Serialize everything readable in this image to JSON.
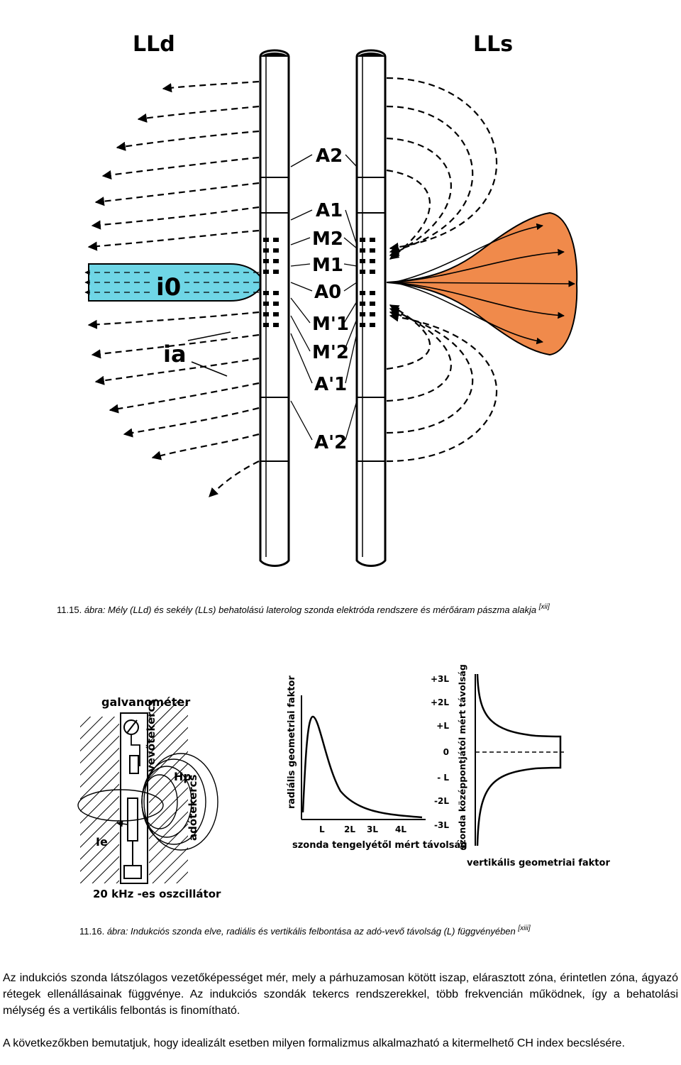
{
  "figure1": {
    "label_lld": "LLd",
    "label_lls": "LLs",
    "electrodes": [
      "A2",
      "A1",
      "M2",
      "M1",
      "A0",
      "M'1",
      "M'2",
      "A'1",
      "A'2"
    ],
    "label_i0": "i0",
    "label_ia": "ia",
    "colors": {
      "cyan_beam": "#6fd6e6",
      "orange_fan": "#f08a4b"
    }
  },
  "caption1": {
    "number": "11.15.",
    "text": "ábra: Mély (LLd) és sekély (LLs) behatolású laterolog szonda elektróda rendszere és mérőáram pászma alakja",
    "ref": "[xii]"
  },
  "figure2": {
    "label_galvanometer": "galvanométer",
    "label_receiver_coil": "vevőtekercs",
    "label_transmitter_coil": "adótekercs",
    "label_hp": "Hp",
    "label_ie": "Ie",
    "label_oscillator": "20 kHz -es oszcillátor",
    "radial_ylabel": "radiális geometriai faktor",
    "radial_xlabel": "szonda tengelyétől mért távolság",
    "radial_ticks": [
      "L",
      "2L",
      "3L",
      "4L"
    ],
    "vertical_xlabel": "vertikális geometriai faktor",
    "vertical_ylabel": "szonda középpontjától mért távolság",
    "vertical_ticks": [
      "+3L",
      "+2L",
      "+L",
      "0",
      "- L",
      "-2L",
      "-3L"
    ]
  },
  "caption2": {
    "number": "11.16.",
    "text": "ábra: Indukciós szonda elve, radiális és vertikális felbontása az adó-vevő távolság (L) függvényében",
    "ref": "[xiii]"
  },
  "paragraphs": [
    "Az indukciós szonda látszólagos vezetőképességet mér, mely a párhuzamosan kötött iszap, elárasztott zóna, érintetlen zóna, ágyazó rétegek ellenállásainak függvénye. Az indukciós szondák tekercs rendszerekkel, több frekvencián működnek, így a behatolási mélység és a vertikális felbontás is finomítható.",
    "A következőkben bemutatjuk, hogy idealizált esetben milyen formalizmus alkalmazható a kitermelhető CH index becslésére."
  ]
}
